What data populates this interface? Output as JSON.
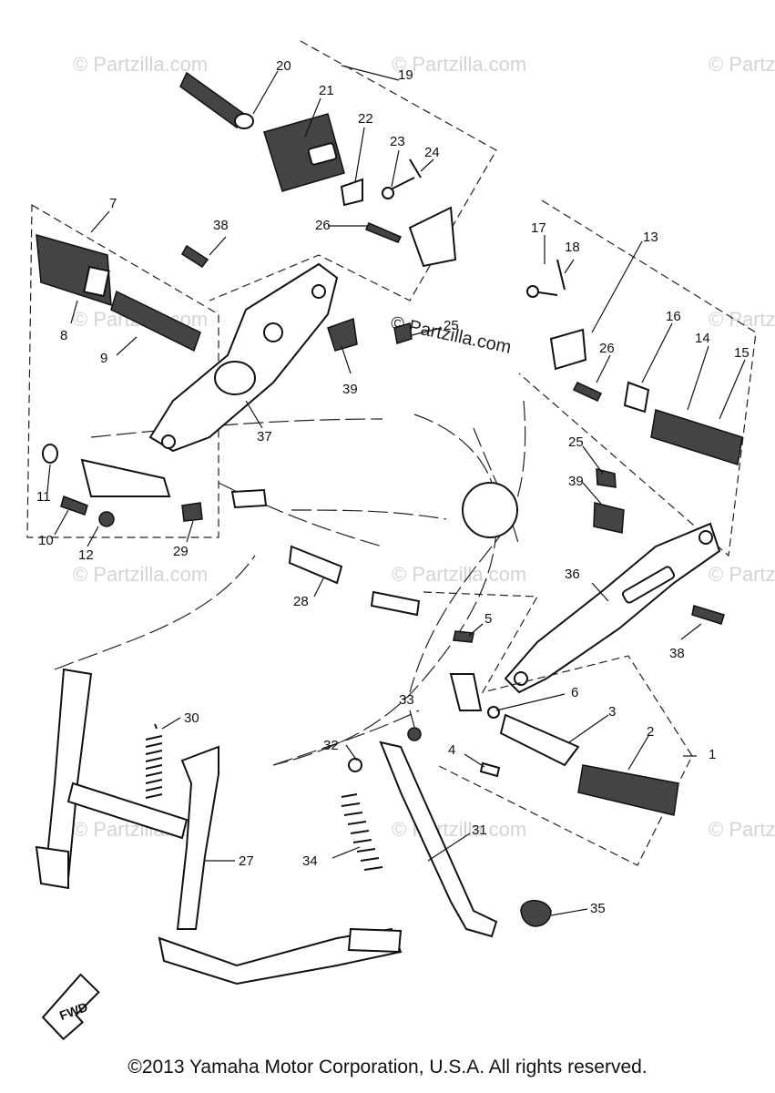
{
  "callouts": [
    {
      "id": "1",
      "label": "1"
    },
    {
      "id": "2",
      "label": "2"
    },
    {
      "id": "3",
      "label": "3"
    },
    {
      "id": "4",
      "label": "4"
    },
    {
      "id": "5",
      "label": "5"
    },
    {
      "id": "6",
      "label": "6"
    },
    {
      "id": "7",
      "label": "7"
    },
    {
      "id": "8",
      "label": "8"
    },
    {
      "id": "9",
      "label": "9"
    },
    {
      "id": "10",
      "label": "10"
    },
    {
      "id": "11",
      "label": "11"
    },
    {
      "id": "12",
      "label": "12"
    },
    {
      "id": "13",
      "label": "13"
    },
    {
      "id": "14",
      "label": "14"
    },
    {
      "id": "15",
      "label": "15"
    },
    {
      "id": "16",
      "label": "16"
    },
    {
      "id": "17",
      "label": "17"
    },
    {
      "id": "18",
      "label": "18"
    },
    {
      "id": "19",
      "label": "19"
    },
    {
      "id": "20",
      "label": "20"
    },
    {
      "id": "21",
      "label": "21"
    },
    {
      "id": "22",
      "label": "22"
    },
    {
      "id": "23",
      "label": "23"
    },
    {
      "id": "24",
      "label": "24"
    },
    {
      "id": "25a",
      "label": "25"
    },
    {
      "id": "25b",
      "label": "25"
    },
    {
      "id": "26a",
      "label": "26"
    },
    {
      "id": "26b",
      "label": "26"
    },
    {
      "id": "27",
      "label": "27"
    },
    {
      "id": "28",
      "label": "28"
    },
    {
      "id": "29",
      "label": "29"
    },
    {
      "id": "30",
      "label": "30"
    },
    {
      "id": "31",
      "label": "31"
    },
    {
      "id": "32",
      "label": "32"
    },
    {
      "id": "33",
      "label": "33"
    },
    {
      "id": "34",
      "label": "34"
    },
    {
      "id": "35",
      "label": "35"
    },
    {
      "id": "36",
      "label": "36"
    },
    {
      "id": "37",
      "label": "37"
    },
    {
      "id": "38a",
      "label": "38"
    },
    {
      "id": "38b",
      "label": "38"
    },
    {
      "id": "39a",
      "label": "39"
    },
    {
      "id": "39b",
      "label": "39"
    }
  ],
  "watermark": {
    "text": "© Partzilla.com",
    "center_text": "© Partzilla.com"
  },
  "fwd_label": "FWD",
  "copyright": "©2013  Yamaha Motor Corporation, U.S.A. All rights reserved."
}
